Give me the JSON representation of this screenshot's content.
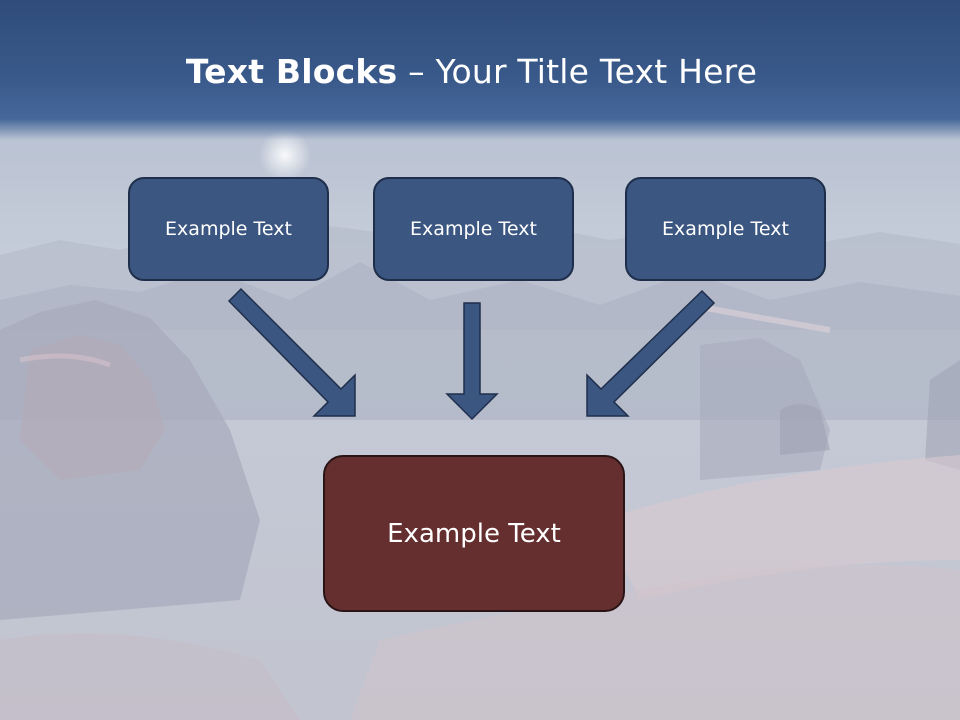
{
  "title": {
    "bold_part": "Text Blocks",
    "rest": " – Your Title Text Here"
  },
  "blocks": {
    "top_left": "Example Text",
    "top_center": "Example Text",
    "top_right": "Example Text",
    "bottom": "Example Text"
  },
  "colors": {
    "title_band": "#39598a",
    "top_box_fill": "#3b5681",
    "bottom_box_fill": "#652f30",
    "arrow_fill": "#3b5681"
  }
}
